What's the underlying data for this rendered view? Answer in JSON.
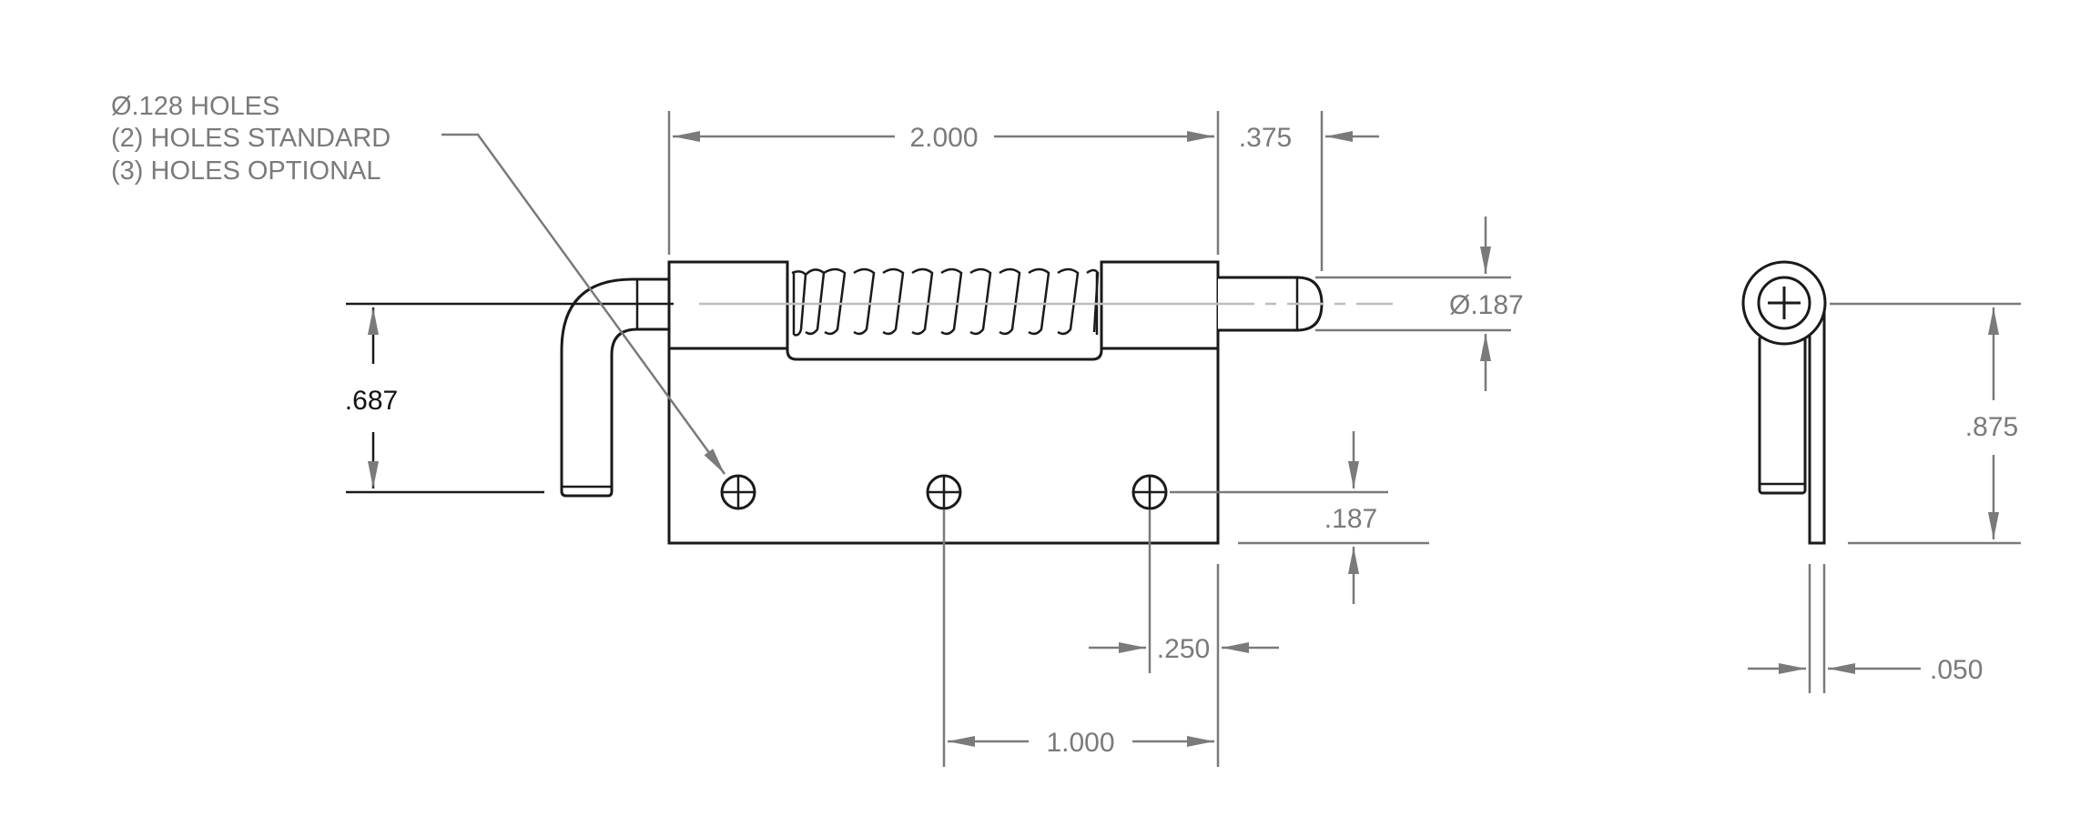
{
  "note": {
    "line1": "Ø.128 HOLES",
    "line2": "(2) HOLES STANDARD",
    "line3": "(3) HOLES OPTIONAL"
  },
  "dimensions": {
    "overall_length": "2.000",
    "pin_extension": ".375",
    "pin_diameter": "Ø.187",
    "pin_height": ".687",
    "hole_edge_offset": ".187",
    "hole_end_offset": ".250",
    "hole_spacing": "1.000",
    "side_height": ".875",
    "side_thickness": ".050"
  },
  "colors": {
    "part_outline": "#1a1a1a",
    "dimension": "#7a7a7a",
    "centerline": "#bdbdbd"
  }
}
